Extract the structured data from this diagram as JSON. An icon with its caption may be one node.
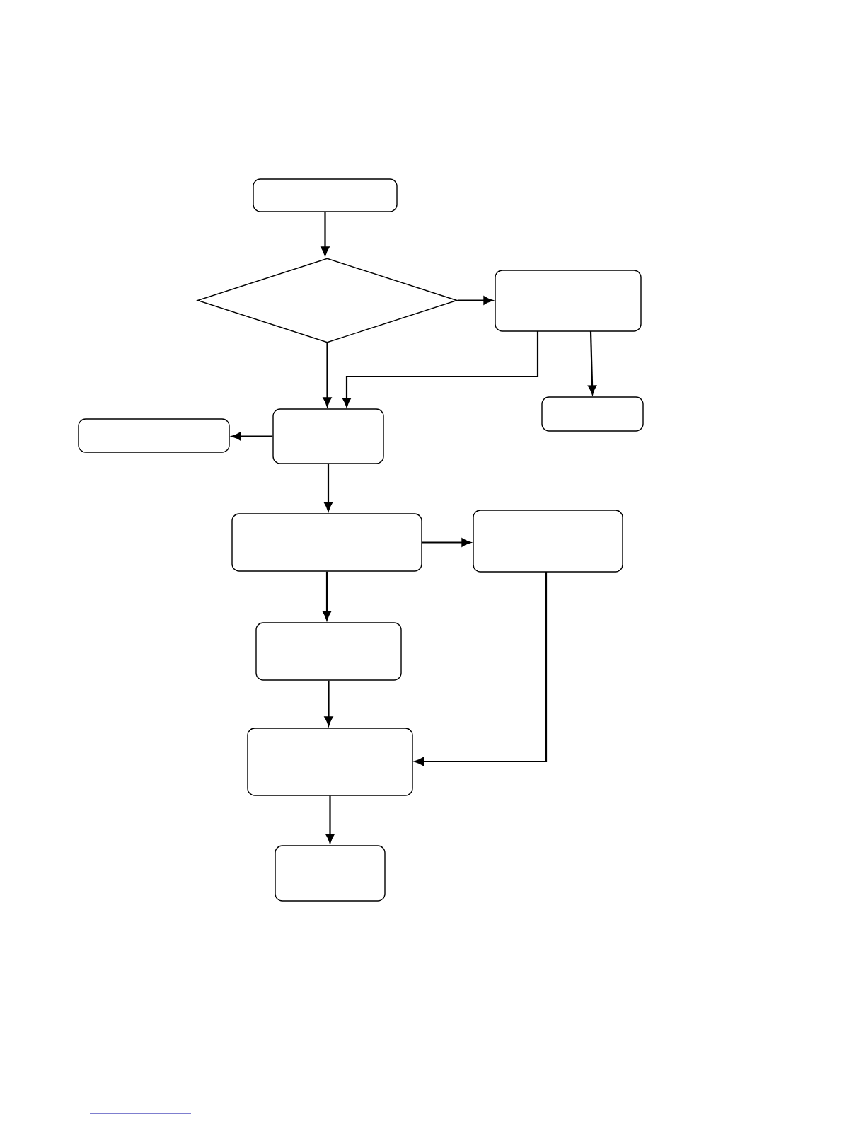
{
  "diagram": {
    "nodes": [
      {
        "text": [],
        "shape": "box"
      },
      {
        "text": [],
        "shape": "diamond"
      },
      {
        "text": [],
        "shape": "box"
      },
      {
        "text": [],
        "shape": "box"
      },
      {
        "text": [],
        "shape": "box"
      },
      {
        "text": [],
        "shape": "box"
      },
      {
        "text": [],
        "shape": "box"
      },
      {
        "text": [],
        "shape": "box"
      },
      {
        "text": [],
        "shape": "box"
      },
      {
        "text": [],
        "shape": "box"
      },
      {
        "text": [],
        "shape": "box"
      }
    ],
    "edges": [
      {
        "from": 0,
        "to": 1,
        "arrow": "to"
      },
      {
        "from": 1,
        "to": 2,
        "arrow": "to"
      },
      {
        "from": 1,
        "to": 4,
        "arrow": "to"
      },
      {
        "from": 2,
        "to": 4,
        "arrow": "to"
      },
      {
        "from": 2,
        "to": 5,
        "arrow": "to"
      },
      {
        "from": 4,
        "to": 3,
        "arrow": "to"
      },
      {
        "from": 4,
        "to": 6,
        "arrow": "to"
      },
      {
        "from": 6,
        "to": 7,
        "arrow": "to"
      },
      {
        "from": 6,
        "to": 8,
        "arrow": "to"
      },
      {
        "from": 8,
        "to": 9,
        "arrow": "to"
      },
      {
        "from": 7,
        "to": 9,
        "arrow": "to"
      },
      {
        "from": 9,
        "to": 10,
        "arrow": "to"
      }
    ]
  }
}
